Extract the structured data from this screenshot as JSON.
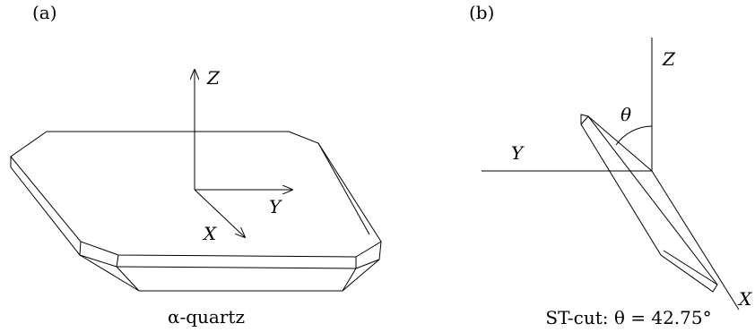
{
  "panel_a": {
    "label": "(a)",
    "axes": {
      "z": "Z",
      "y": "Y",
      "x": "X"
    },
    "caption": "α-quartz"
  },
  "panel_b": {
    "label": "(b)",
    "axes": {
      "z": "Z",
      "y": "Y",
      "x": "X"
    },
    "angle_symbol": "θ",
    "caption": "ST-cut: θ = 42.75°"
  },
  "style": {
    "line_color": "#000000",
    "background": "#ffffff"
  }
}
